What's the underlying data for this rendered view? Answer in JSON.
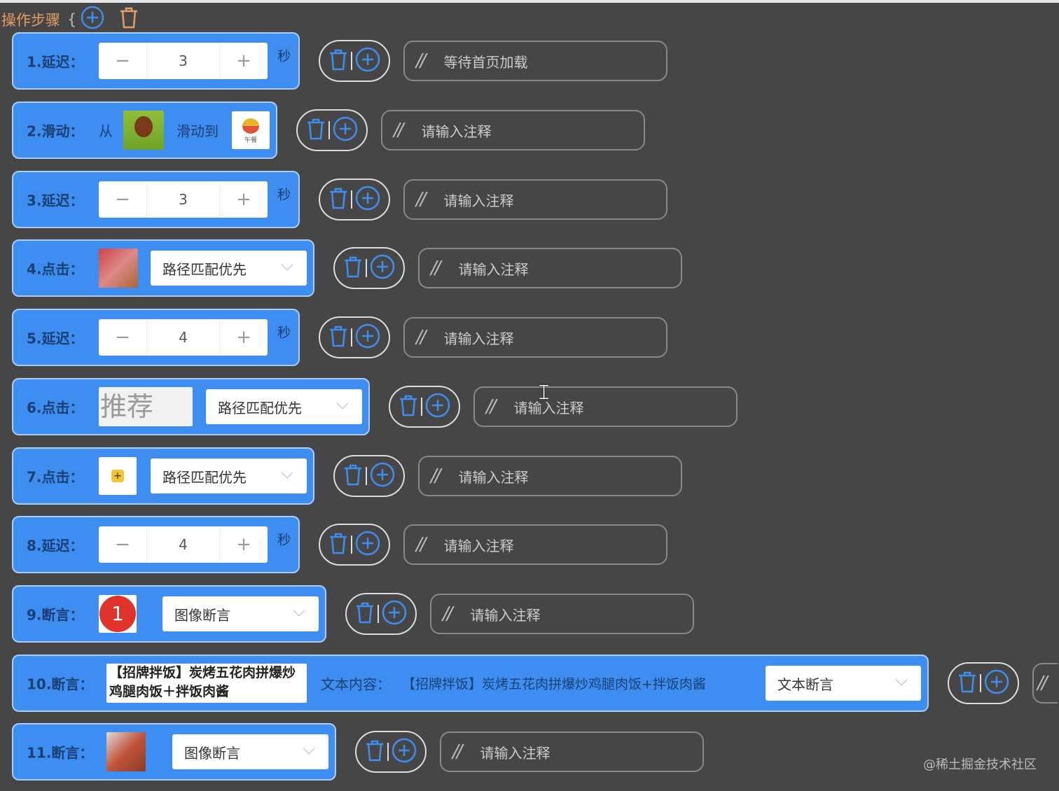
{
  "header": {
    "title": "操作步骤",
    "brace": "{",
    "add_icon": "plus-circle-icon",
    "delete_icon": "trash-icon"
  },
  "colors": {
    "block": "#3d8ef0",
    "icon": "#3d8ef0",
    "header": "#e59b63"
  },
  "unit": "秒",
  "steps": [
    {
      "label": "1.延迟：",
      "type": "delay",
      "value": "3",
      "comment": "等待首页加载",
      "comment_is_placeholder": false
    },
    {
      "label": "2.滑动：",
      "type": "swipe",
      "from_text": "从",
      "to_text": "滑动到",
      "to_thumb_caption": "午餐",
      "comment": "请输入注释"
    },
    {
      "label": "3.延迟：",
      "type": "delay",
      "value": "3",
      "comment": "请输入注释"
    },
    {
      "label": "4.点击：",
      "type": "click",
      "select": "路径匹配优先",
      "comment": "请输入注释"
    },
    {
      "label": "5.延迟：",
      "type": "delay",
      "value": "4",
      "comment": "请输入注释"
    },
    {
      "label": "6.点击：",
      "type": "click",
      "thumb_text": "推荐",
      "select": "路径匹配优先",
      "comment": "请输入注释"
    },
    {
      "label": "7.点击：",
      "type": "click",
      "select": "路径匹配优先",
      "comment": "请输入注释"
    },
    {
      "label": "8.延迟：",
      "type": "delay",
      "value": "4",
      "comment": "请输入注释"
    },
    {
      "label": "9.断言：",
      "type": "assert",
      "thumb_text": "1",
      "select": "图像断言",
      "comment": "请输入注释"
    },
    {
      "label": "10.断言：",
      "type": "text-assert",
      "image_text": "【招牌拌饭】炭烤五花肉拼爆炒鸡腿肉饭＋拌饭肉酱",
      "content_label": "文本内容：",
      "content": "【招牌拌饭】炭烤五花肉拼爆炒鸡腿肉饭+拌饭肉酱",
      "select": "文本断言",
      "comment": ""
    },
    {
      "label": "11.断言：",
      "type": "assert",
      "select": "图像断言",
      "comment": "请输入注释"
    }
  ],
  "comment_prefix": "//",
  "watermark": "@稀土掘金技术社区"
}
